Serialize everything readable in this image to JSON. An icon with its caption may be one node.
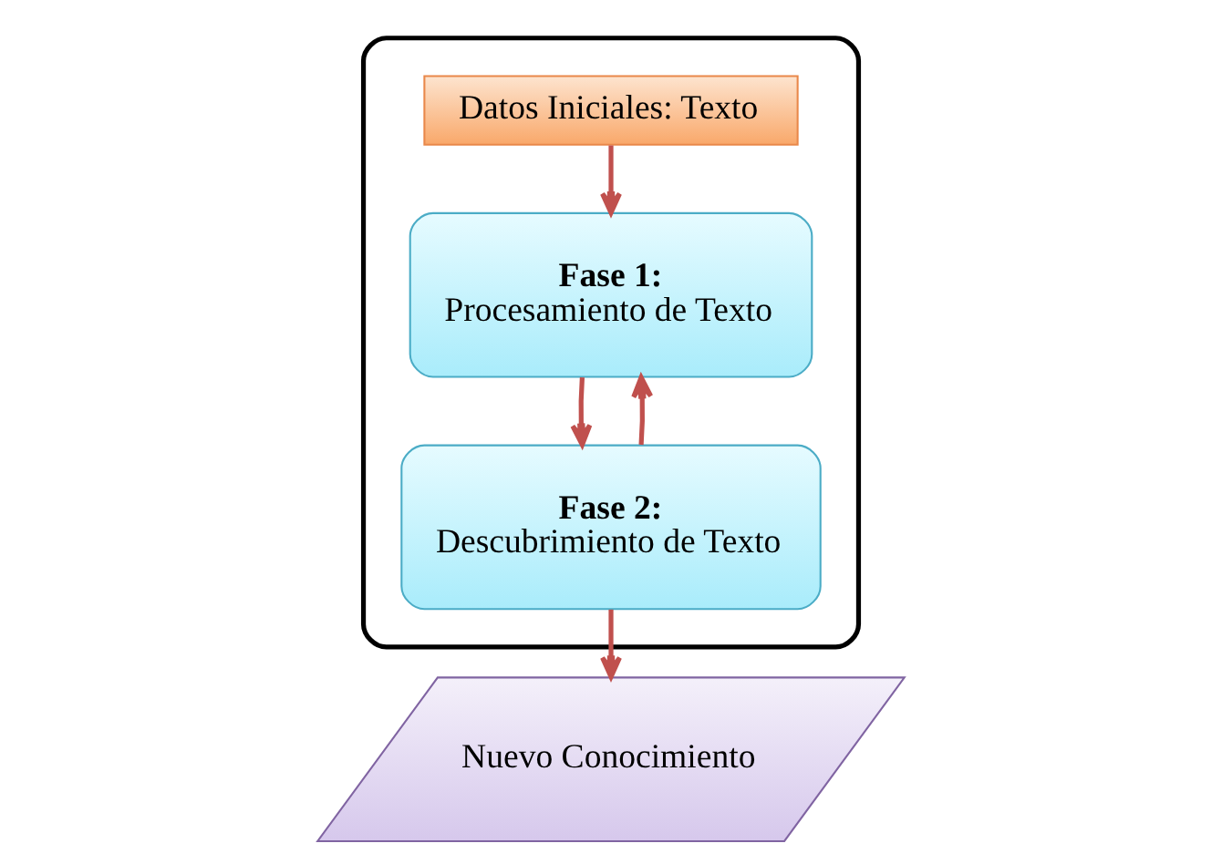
{
  "diagram": {
    "nodes": [
      {
        "text": [],
        "shape": "box"
      },
      {
        "text": [
          "Datos Iniciales: Texto"
        ],
        "in": 0
      },
      {
        "text": [
          "Fase 1:",
          "Procesamiento de Texto"
        ],
        "in": 0
      },
      {
        "text": [
          "Fase 2:",
          "Descubrimiento de Texto"
        ],
        "in": 0
      },
      {
        "text": [
          "Nuevo Conocimiento"
        ]
      }
    ],
    "edges": [
      {
        "from": 1,
        "to": 2,
        "arrow": "to"
      },
      {
        "from": 2,
        "to": 3,
        "arrow": "to"
      },
      {
        "from": 3,
        "to": 2,
        "arrow": "to"
      },
      {
        "from": 3,
        "to": 4,
        "arrow": "to"
      }
    ]
  }
}
